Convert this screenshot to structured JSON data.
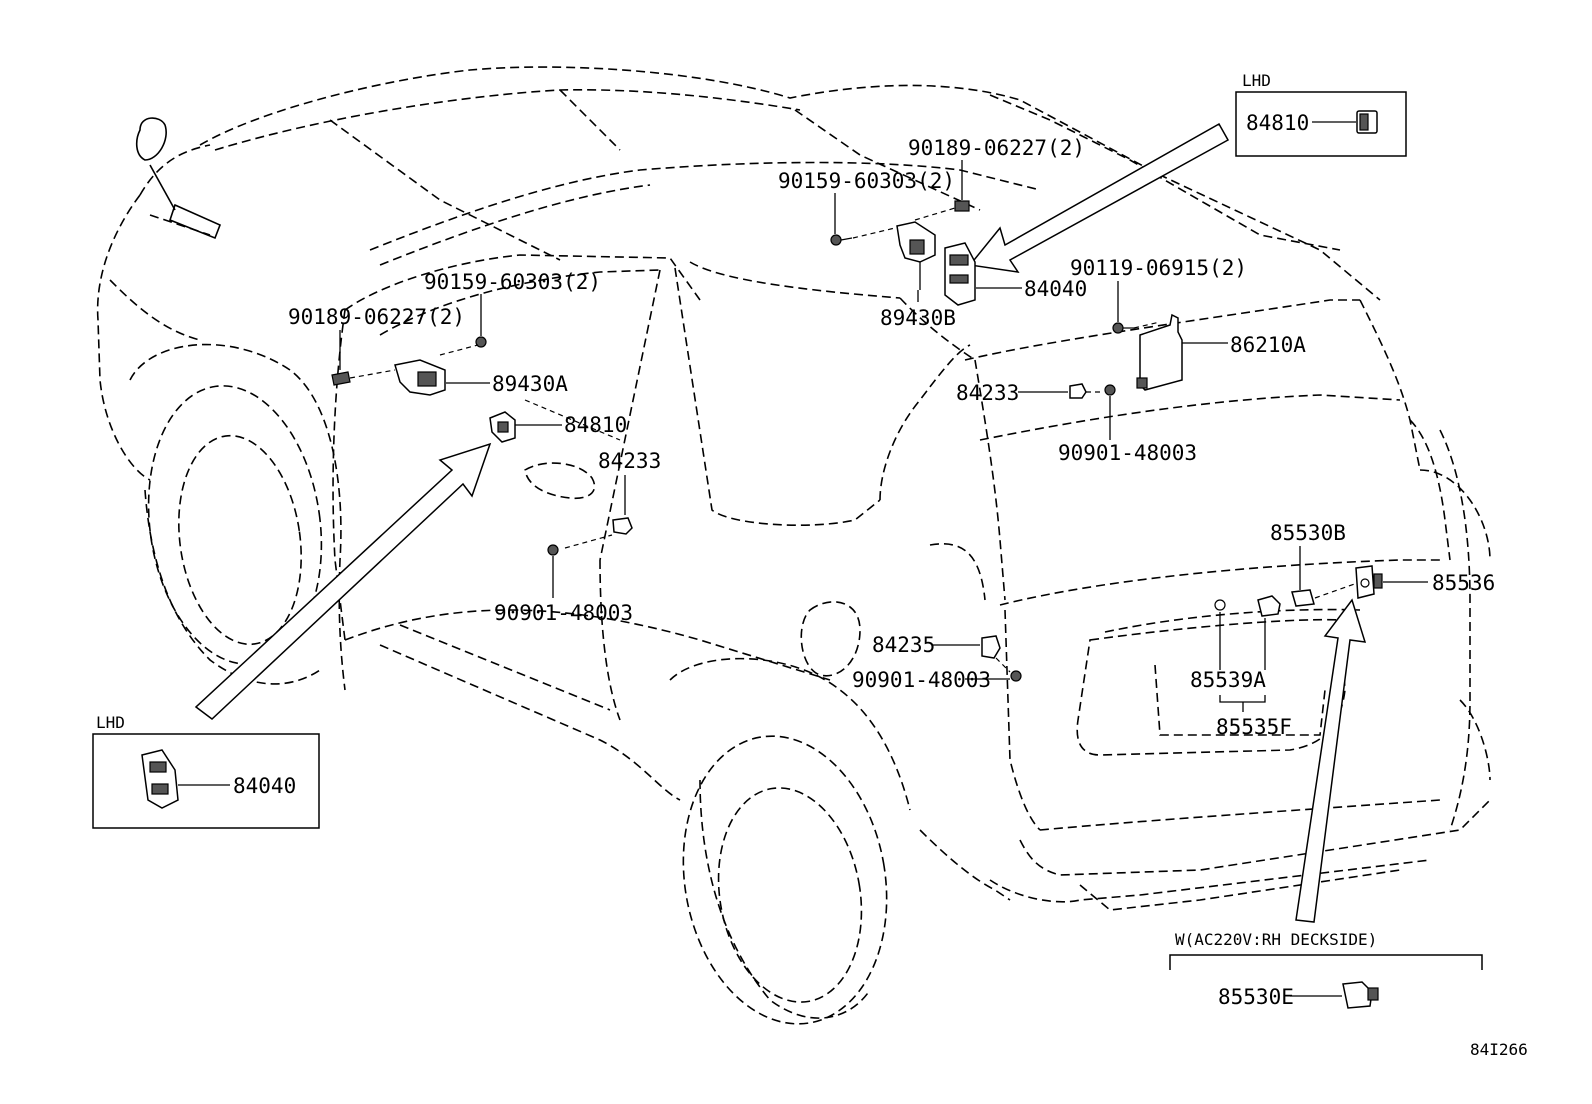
{
  "labels": {
    "p84810_top": "84810",
    "p90189_top": "90189-06227(2)",
    "p90159_top": "90159-60303(2)",
    "p84040_top": "84040",
    "p89430B": "89430B",
    "p90119": "90119-06915(2)",
    "p86210A": "86210A",
    "p84233_right": "84233",
    "p90901_right": "90901-48003",
    "p90159_left": "90159-60303(2)",
    "p90189_left": "90189-06227(2)",
    "p89430A": "89430A",
    "p84810_left": "84810",
    "p84233_left": "84233",
    "p90901_left": "90901-48003",
    "p84040_box": "84040",
    "p84235": "84235",
    "p90901_mid": "90901-48003",
    "p85530B": "85530B",
    "p85536": "85536",
    "p85539A": "85539A",
    "p85535F": "85535F",
    "p85530E": "85530E"
  },
  "boxes": {
    "lhd_top": "LHD",
    "lhd_left": "LHD",
    "w_ac": "W(AC220V:RH DECKSIDE)"
  },
  "figure_id": "84I266"
}
